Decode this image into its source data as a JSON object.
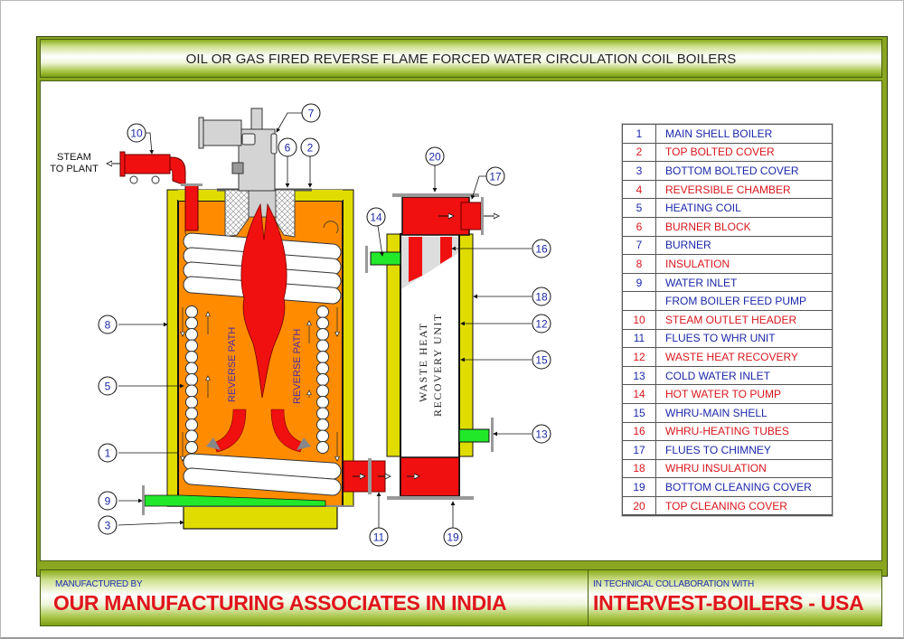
{
  "title": "OIL OR GAS FIRED REVERSE FLAME FORCED WATER CIRCULATION COIL BOILERS",
  "diagram": {
    "steam_label_line1": "STEAM",
    "steam_label_line2": "TO PLANT",
    "reverse_path_left": "REVERSE PATH",
    "reverse_path_right": "REVERSE PATH",
    "whru_line1": "WASTE HEAT",
    "whru_line2": "RECOVERY UNIT",
    "callouts": [
      "1",
      "2",
      "3",
      "5",
      "6",
      "7",
      "8",
      "9",
      "10",
      "11",
      "12",
      "13",
      "14",
      "15",
      "16",
      "17",
      "18",
      "19",
      "20"
    ]
  },
  "legend": {
    "rows": [
      {
        "num": "1",
        "text": "MAIN SHELL BOILER",
        "color": "blue"
      },
      {
        "num": "2",
        "text": "TOP BOLTED COVER",
        "color": "red"
      },
      {
        "num": "3",
        "text": "BOTTOM BOLTED COVER",
        "color": "blue"
      },
      {
        "num": "4",
        "text": "REVERSIBLE CHAMBER",
        "color": "red"
      },
      {
        "num": "5",
        "text": "HEATING COIL",
        "color": "blue"
      },
      {
        "num": "6",
        "text": "BURNER BLOCK",
        "color": "red"
      },
      {
        "num": "7",
        "text": "BURNER",
        "color": "blue"
      },
      {
        "num": "8",
        "text": "INSULATION",
        "color": "red"
      },
      {
        "num": "9",
        "text": "WATER INLET",
        "color": "blue"
      },
      {
        "num": "",
        "text": "FROM BOILER FEED PUMP",
        "color": "blue"
      },
      {
        "num": "10",
        "text": "STEAM OUTLET HEADER",
        "color": "red"
      },
      {
        "num": "11",
        "text": "FLUES TO WHR UNIT",
        "color": "blue"
      },
      {
        "num": "12",
        "text": "WASTE HEAT RECOVERY",
        "color": "red"
      },
      {
        "num": "13",
        "text": "COLD WATER INLET",
        "color": "blue"
      },
      {
        "num": "14",
        "text": "HOT WATER TO PUMP",
        "color": "red"
      },
      {
        "num": "15",
        "text": "WHRU-MAIN SHELL",
        "color": "blue"
      },
      {
        "num": "16",
        "text": "WHRU-HEATING TUBES",
        "color": "red"
      },
      {
        "num": "17",
        "text": "FLUES TO CHIMNEY",
        "color": "blue"
      },
      {
        "num": "18",
        "text": "WHRU INSULATION",
        "color": "red"
      },
      {
        "num": "19",
        "text": "BOTTOM CLEANING COVER",
        "color": "blue"
      },
      {
        "num": "20",
        "text": "TOP CLEANING COVER",
        "color": "red"
      }
    ]
  },
  "footer": {
    "manufactured_by_label": "MANUFACTURED BY",
    "manufacturer": "OUR MANUFACTURING ASSOCIATES IN INDIA",
    "collaboration_label": "IN TECHNICAL COLLABORATION WITH",
    "collaborator": "INTERVEST-BOILERS - USA"
  },
  "colors": {
    "frame_green": "#8aa620",
    "insulation_yellow": "#e0dc00",
    "chamber_orange": "#ff8c00",
    "flame_red": "#f01010",
    "water_green": "#22e82a",
    "legend_blue": "#1b28a8",
    "legend_red": "#d8161c",
    "callout_blue": "#1b28a8"
  }
}
